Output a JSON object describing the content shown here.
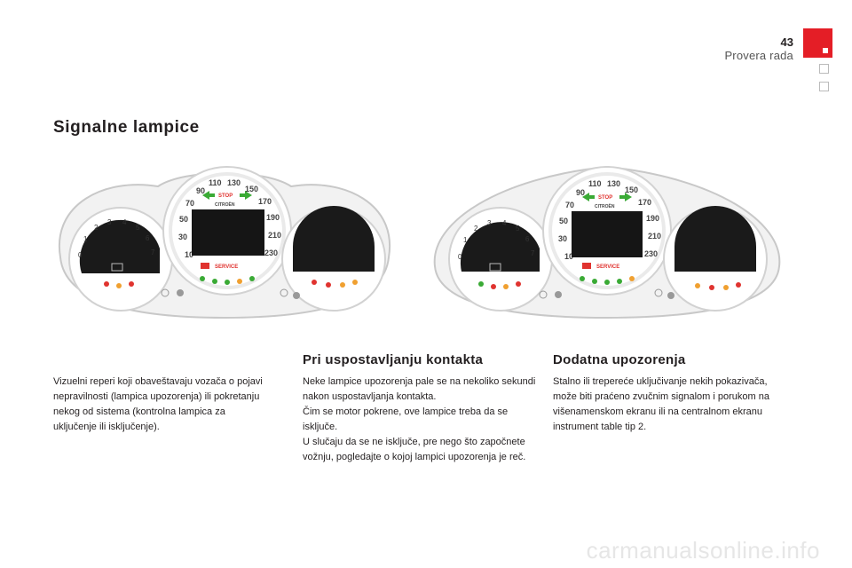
{
  "header": {
    "page_number": "43",
    "section": "Provera rada"
  },
  "title": "Signalne lampice",
  "cluster_a": {
    "brand": "CITROËN",
    "stop": "STOP",
    "service": "SERVICE",
    "speed_ticks": [
      "10",
      "30",
      "50",
      "70",
      "90",
      "110",
      "130",
      "150",
      "170",
      "190",
      "210",
      "230"
    ],
    "rev_ticks": [
      "0",
      "1",
      "2",
      "3",
      "4",
      "5",
      "6",
      "7"
    ]
  },
  "cluster_b": {
    "brand": "CITROËN",
    "stop": "STOP",
    "service": "SERVICE",
    "speed_ticks": [
      "10",
      "30",
      "50",
      "70",
      "90",
      "110",
      "130",
      "150",
      "170",
      "190",
      "210",
      "230"
    ],
    "rev_ticks": [
      "0",
      "1",
      "2",
      "3",
      "4",
      "5",
      "6",
      "7"
    ]
  },
  "intro_text": "Vizuelni reperi koji obaveštavaju vozača o pojavi nepravilnosti (lampica upozorenja) ili pokretanju nekog od sistema (kontrolna lampica za uključenje ili isključenje).",
  "section_contact": {
    "title": "Pri uspostavljanju kontakta",
    "text": "Neke lampice upozorenja pale se na nekoliko sekundi nakon uspostavljanja kontakta.\nČim se motor pokrene, ove lampice treba da se isključe.\nU slučaju da se ne isključe, pre nego što započnete vožnju, pogledajte o kojoj lampici upozorenja je reč."
  },
  "section_extra": {
    "title": "Dodatna upozorenja",
    "text": "Stalno ili trepereće uključivanje nekih pokazivača, može biti praćeno zvučnim signalom i porukom na višenamenskom ekranu ili na centralnom ekranu instrument table tip 2."
  },
  "watermark": "carmanualsonline.info",
  "colors": {
    "accent": "#e41e26",
    "text": "#231f20",
    "warning_red": "#e0332f",
    "indicator_green": "#3aaa35"
  }
}
